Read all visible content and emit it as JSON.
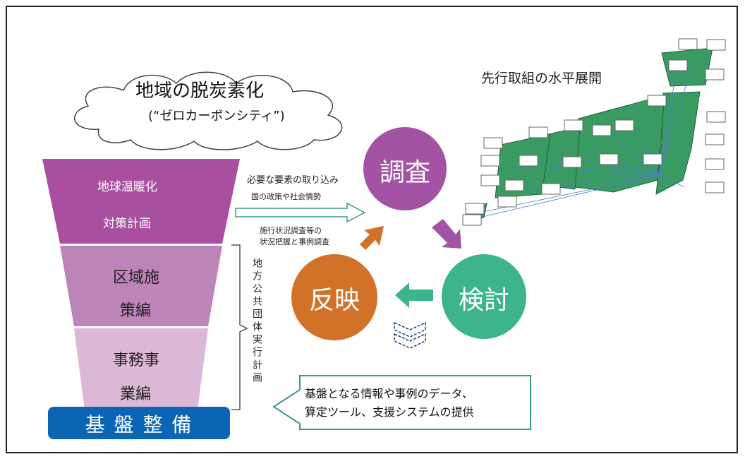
{
  "cloud": {
    "title": "地域の脱炭素化",
    "subtitle": "(“ゼロカーボンシティ”)"
  },
  "funnel": {
    "level1_line1": "地球温暖化",
    "level1_line2": "対策計画",
    "level2_line1": "区域施",
    "level2_line2": "策編",
    "level3_line1": "事務事",
    "level3_line2": "業編",
    "base": "基 盤 整 備"
  },
  "bracket_label": "地方公共団体実行計画",
  "inflow": {
    "line1": "必要な要素の取り込み",
    "line2": "国の政策や社会情勢",
    "line3": "施行状況調査等の",
    "line4": "状況把握と事例調査"
  },
  "cycle": {
    "survey": "調査",
    "review": "検討",
    "reflect": "反映"
  },
  "support_box": {
    "line1": "基盤となる情報や事例のデータ、",
    "line2": "算定ツール、支援システムの提供"
  },
  "map_title": "先行取組の水平展開",
  "colors": {
    "funnel_top": "#a8509f",
    "funnel_mid": "#bd84b8",
    "funnel_low": "#dbb8d6",
    "base_bar": "#0b64b4",
    "survey": "#a453a4",
    "review": "#3db38e",
    "reflect": "#d27128",
    "map_green": "#3a9b62"
  }
}
